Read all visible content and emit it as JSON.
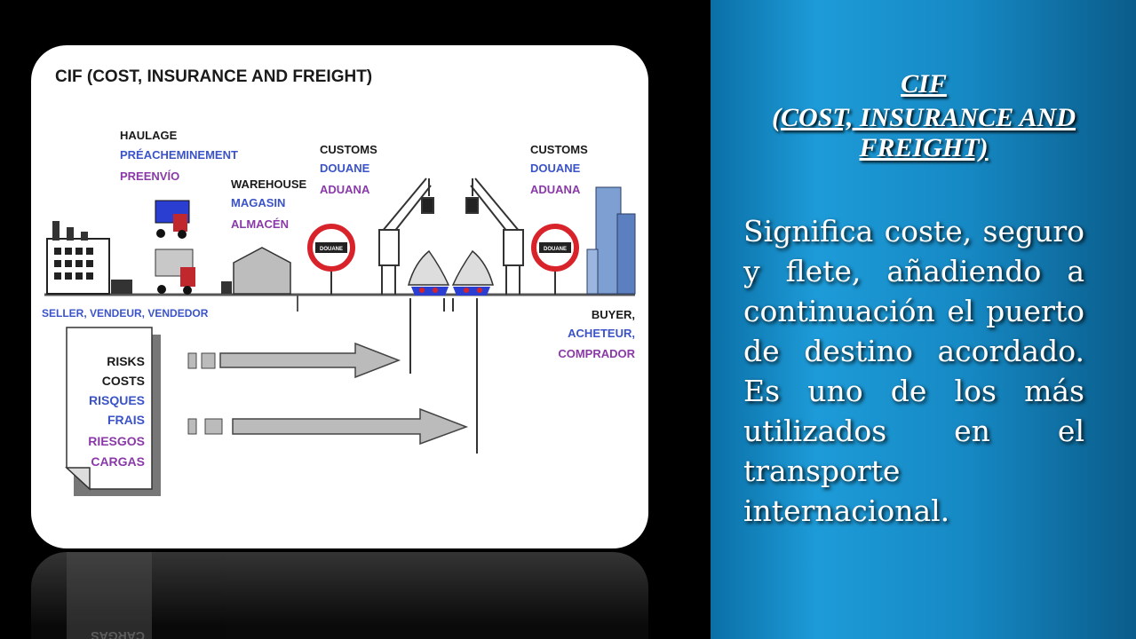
{
  "diagram": {
    "title": "CIF  (COST, INSURANCE AND FREIGHT)",
    "haulage": [
      "HAULAGE",
      "PRÉACHEMINEMENT",
      "PREENVÍO"
    ],
    "warehouse": [
      "WAREHOUSE",
      "MAGASIN",
      "ALMACÉN"
    ],
    "customs_left": [
      "CUSTOMS",
      "DOUANE",
      "ADUANA"
    ],
    "customs_right": [
      "CUSTOMS",
      "DOUANE",
      "ADUANA"
    ],
    "sign_text": "DOUANE",
    "seller": "SELLER, VENDEUR, VENDEDOR",
    "buyer": [
      "BUYER,",
      "ACHETEUR,",
      "COMPRADOR"
    ],
    "risks": [
      "RISKS",
      "COSTS",
      "RISQUES",
      "FRAIS",
      "RIESGOS",
      "CARGAS"
    ]
  },
  "reflection_text": "CARGAS",
  "heading": {
    "line1": "CIF",
    "line2": "(COST, INSURANCE AND",
    "line3": "FREIGHT)"
  },
  "description": "Significa coste, seguro y flete, añadiendo a continuación el puerto de destino acordado. Es uno de los más utilizados en el transporte internacional.",
  "colors": {
    "black_label": "#1a1a1a",
    "blue_label": "#3b53c8",
    "purple_label": "#8a3aa8",
    "sign_red": "#d8232a",
    "panel_blue": "#1d9bd8"
  }
}
